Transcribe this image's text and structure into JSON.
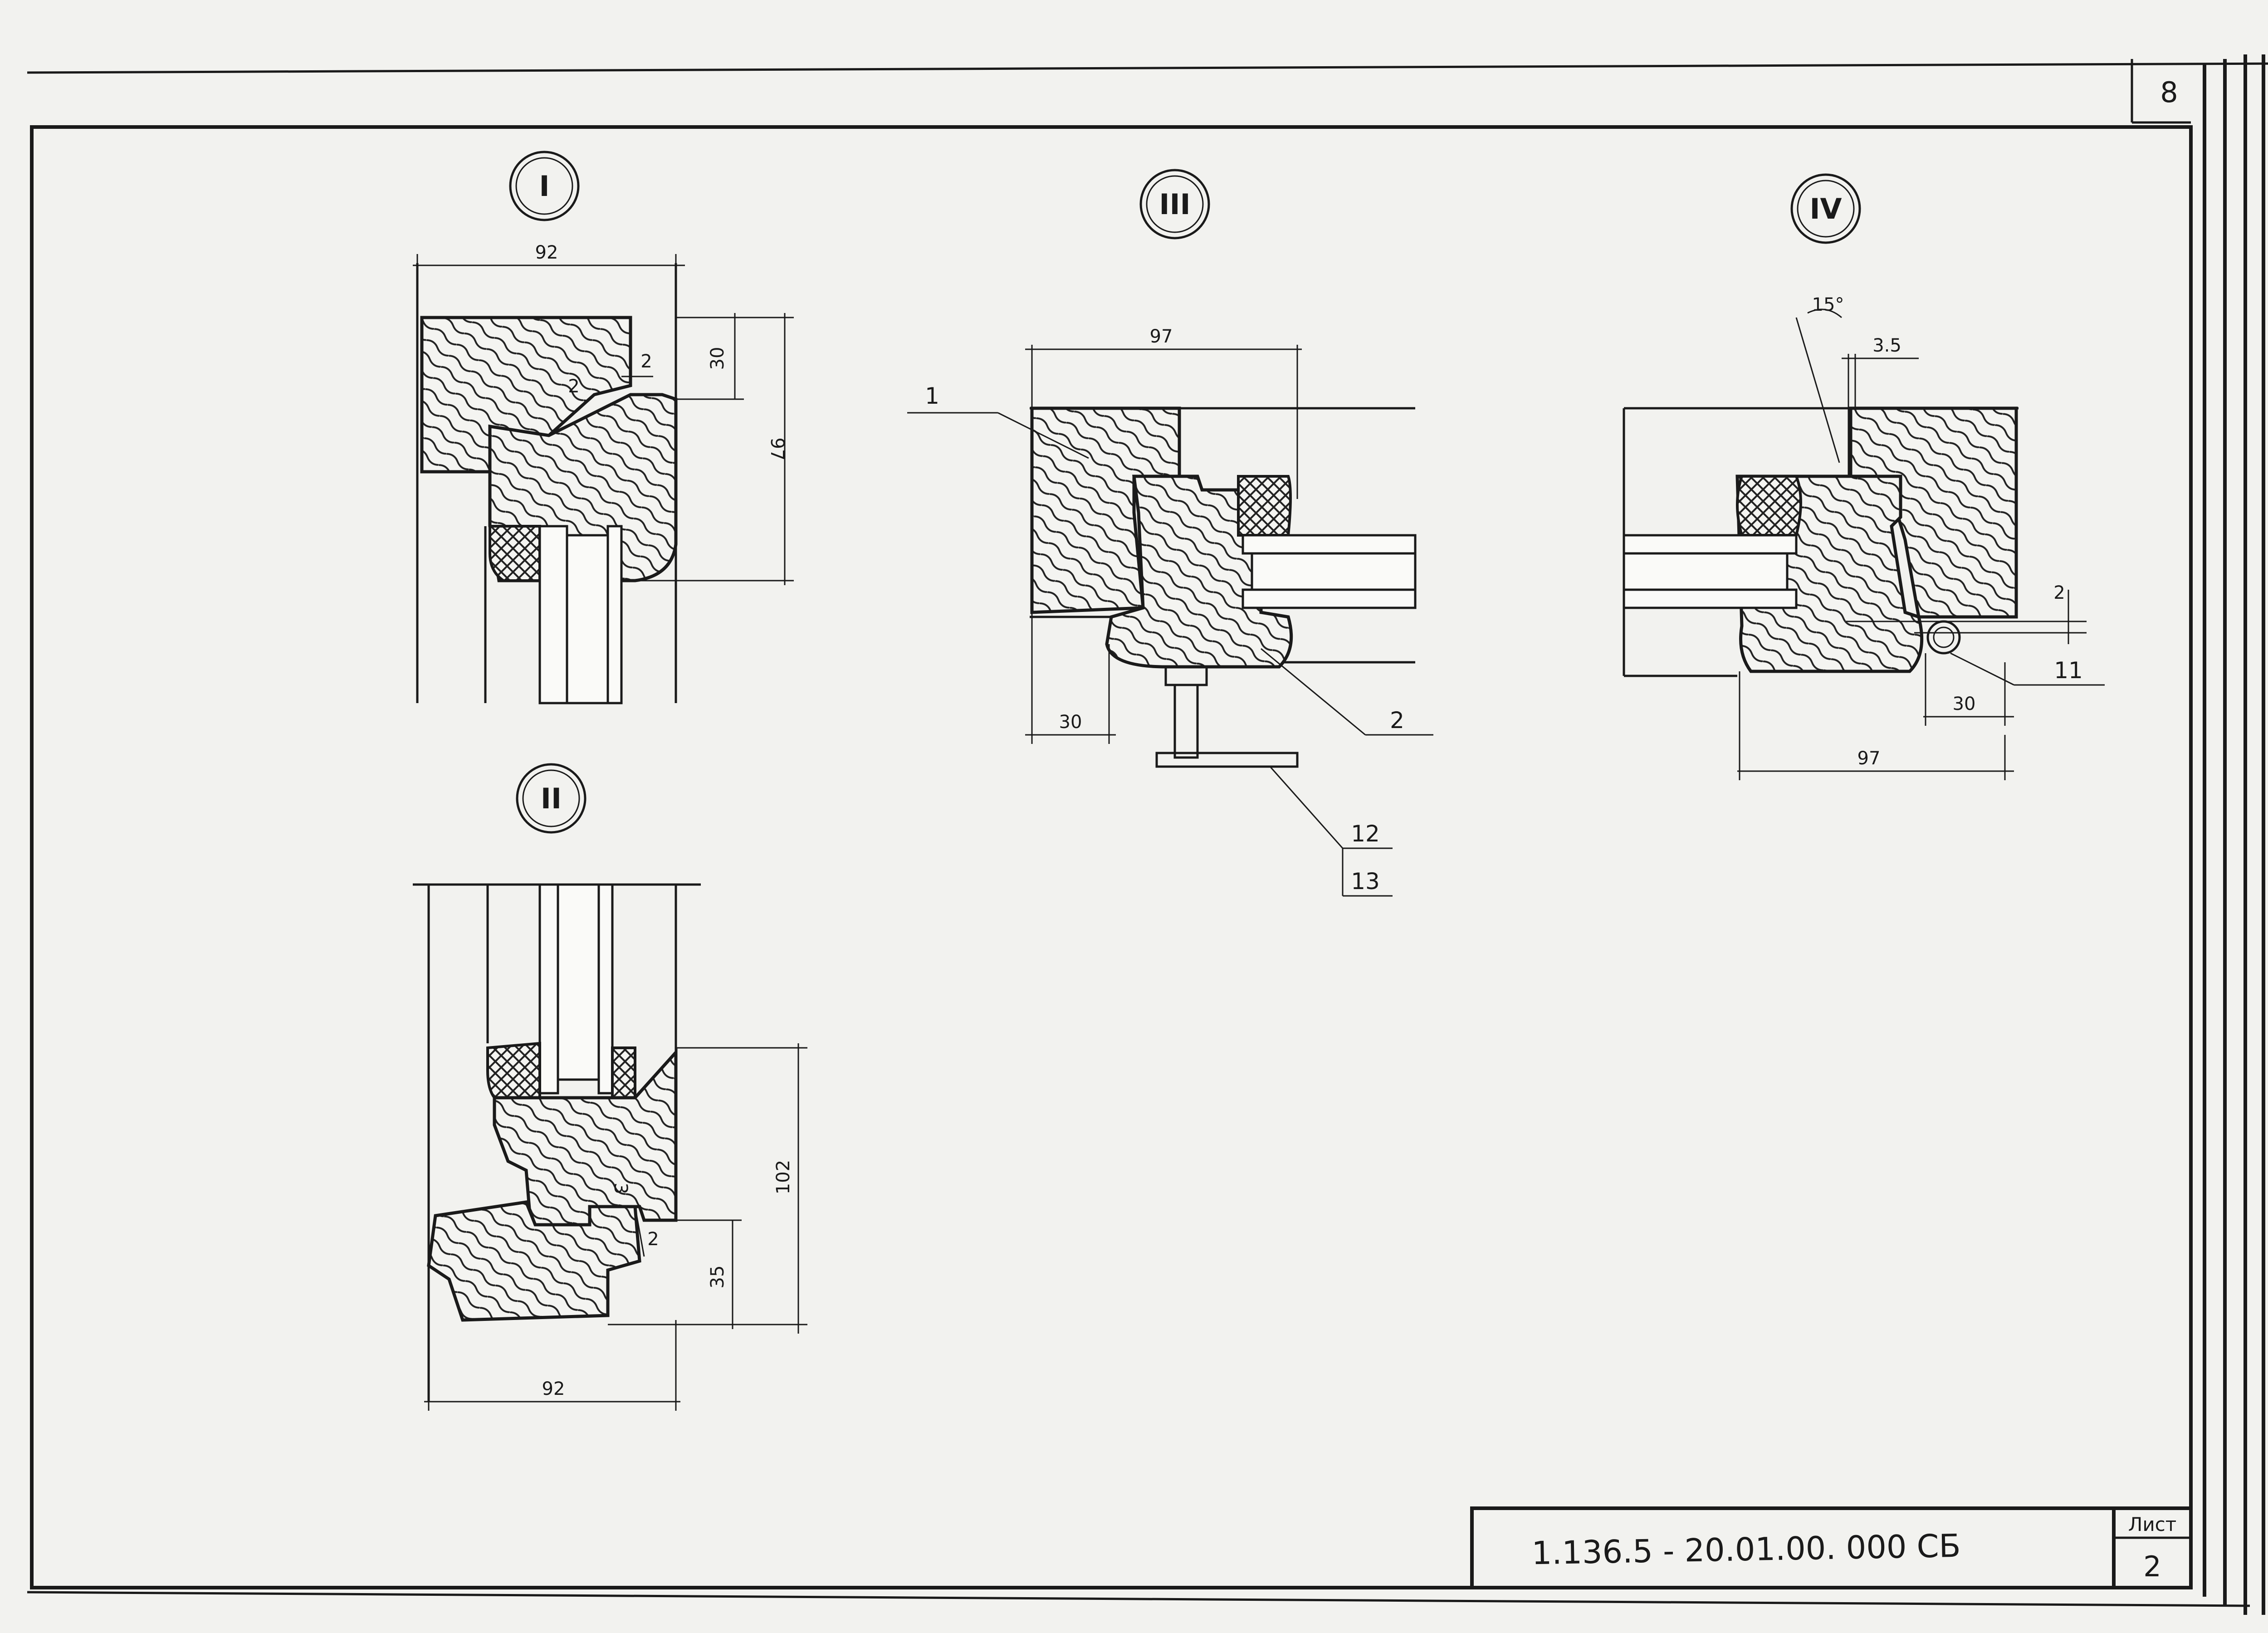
{
  "sheet": {
    "page_number": "8",
    "document_code": "1.136.5 - 20.01.00. 000 СБ",
    "sheet_label": "Лист",
    "sheet_number": "2"
  },
  "details": [
    {
      "id": "I",
      "label": "I",
      "dimensions": {
        "width": "92",
        "height": "97",
        "top_depth": "30",
        "rebate_a": "2",
        "rebate_b": "2"
      }
    },
    {
      "id": "II",
      "label": "II",
      "dimensions": {
        "width": "92",
        "height": "102",
        "lower": "35",
        "gap_a": "3",
        "gap_b": "2"
      }
    },
    {
      "id": "III",
      "label": "III",
      "dimensions": {
        "width": "97",
        "offset": "30"
      },
      "callouts": [
        "1",
        "2",
        "12",
        "13"
      ]
    },
    {
      "id": "IV",
      "label": "IV",
      "dimensions": {
        "angle": "15°",
        "rebate": "3.5",
        "gap": "2",
        "offset": "30",
        "width": "97"
      },
      "callouts": [
        "11"
      ]
    }
  ]
}
